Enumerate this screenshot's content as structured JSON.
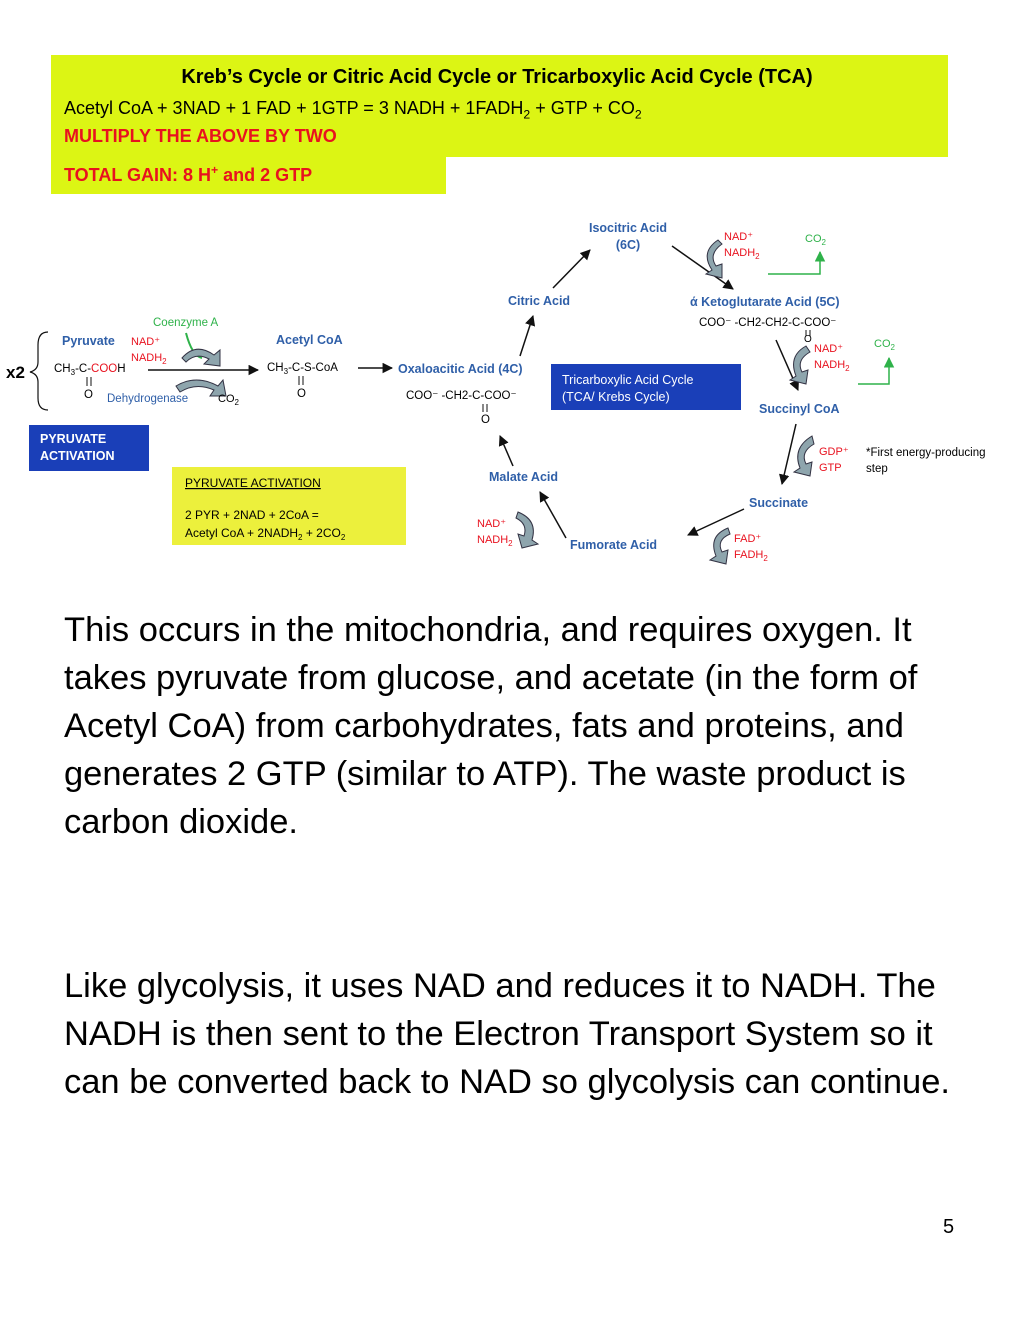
{
  "header": {
    "title": "Kreb’s Cycle or Citric Acid Cycle or Tricarboxylic Acid Cycle (TCA)",
    "equation": {
      "part1": "Acetyl CoA + 3NAD + 1 FAD + 1GTP = 3 NADH + 1FADH",
      "sub1": "2",
      "part2": " + GTP + CO",
      "sub2": "2"
    },
    "multiply": "MULTIPLY THE ABOVE BY TWO",
    "gain": {
      "part1": "TOTAL GAIN: 8 H",
      "sup": "+",
      "part2": " and 2 GTP"
    }
  },
  "diagram": {
    "multiplier": "x2",
    "pyruvate": "Pyruvate",
    "pyruvate_formula": {
      "a": "CH",
      "a_sub": "3",
      "b": "-C-",
      "c": "COO",
      "d": "H"
    },
    "oxygen": "O",
    "coenzyme_a": "Coenzyme A",
    "nad_plus": "NAD⁺",
    "nadh2": {
      "text": "NADH",
      "sub": "2"
    },
    "dehydrogenase": "Dehydrogenase",
    "co2": {
      "text": "CO",
      "sub": "2"
    },
    "acetyl_coa": "Acetyl CoA",
    "acetyl_formula": {
      "a": "CH",
      "a_sub": "3",
      "b": "-C-S-CoA"
    },
    "pyruvate_activation_label": [
      "PYRUVATE",
      "ACTIVATION"
    ],
    "activation_box": {
      "title": "PYRUVATE  ACTIVATION",
      "line1": "2 PYR + 2NAD + 2CoA =",
      "line2a": "Acetyl CoA + 2NADH",
      "line2sub": "2",
      "line2b": " + 2CO",
      "line2sub2": "2"
    },
    "oxaloacetic": "Oxaloacitic Acid (4C)",
    "oxaloacetic_formula": "COO⁻ -CH2-C-COO⁻",
    "citric": "Citric Acid",
    "isocitric": [
      "Isocitric Acid",
      "(6C)"
    ],
    "ketoglutarate": "ά Ketoglutarate Acid (5C)",
    "ketoglutarate_formula": "COO⁻ -CH2-CH2-C-COO⁻",
    "succinyl": "Succinyl CoA",
    "gdp": "GDP⁺",
    "gtp": "GTP",
    "energy_note": [
      "*First energy-producing",
      "step"
    ],
    "succinate": "Succinate",
    "fad_plus": "FAD⁺",
    "fadh2": {
      "text": "FADH",
      "sub": "2"
    },
    "fumorate": "Fumorate Acid",
    "malate": "Malate Acid",
    "tca_label": [
      "Tricarboxylic Acid Cycle",
      "(TCA/ Krebs Cycle)"
    ]
  },
  "body": {
    "paragraph1": "This occurs in the mitochondria, and requires oxygen. It takes pyruvate from glucose, and acetate (in the form of Acetyl CoA) from carbohydrates, fats and proteins, and generates 2 GTP (similar to ATP). The waste product is carbon dioxide.",
    "paragraph2": "Like glycolysis, it uses NAD and reduces it to NADH. The NADH is then sent to the Electron Transport System so it can be converted back to NAD so glycolysis can continue."
  },
  "page_number": "5",
  "colors": {
    "highlight": "#dcf514",
    "red": "#e8121f",
    "blue": "#2f5fa8",
    "green": "#2fb24a",
    "box_blue": "#1a3fb8",
    "box_yellow": "#ecf03c"
  }
}
